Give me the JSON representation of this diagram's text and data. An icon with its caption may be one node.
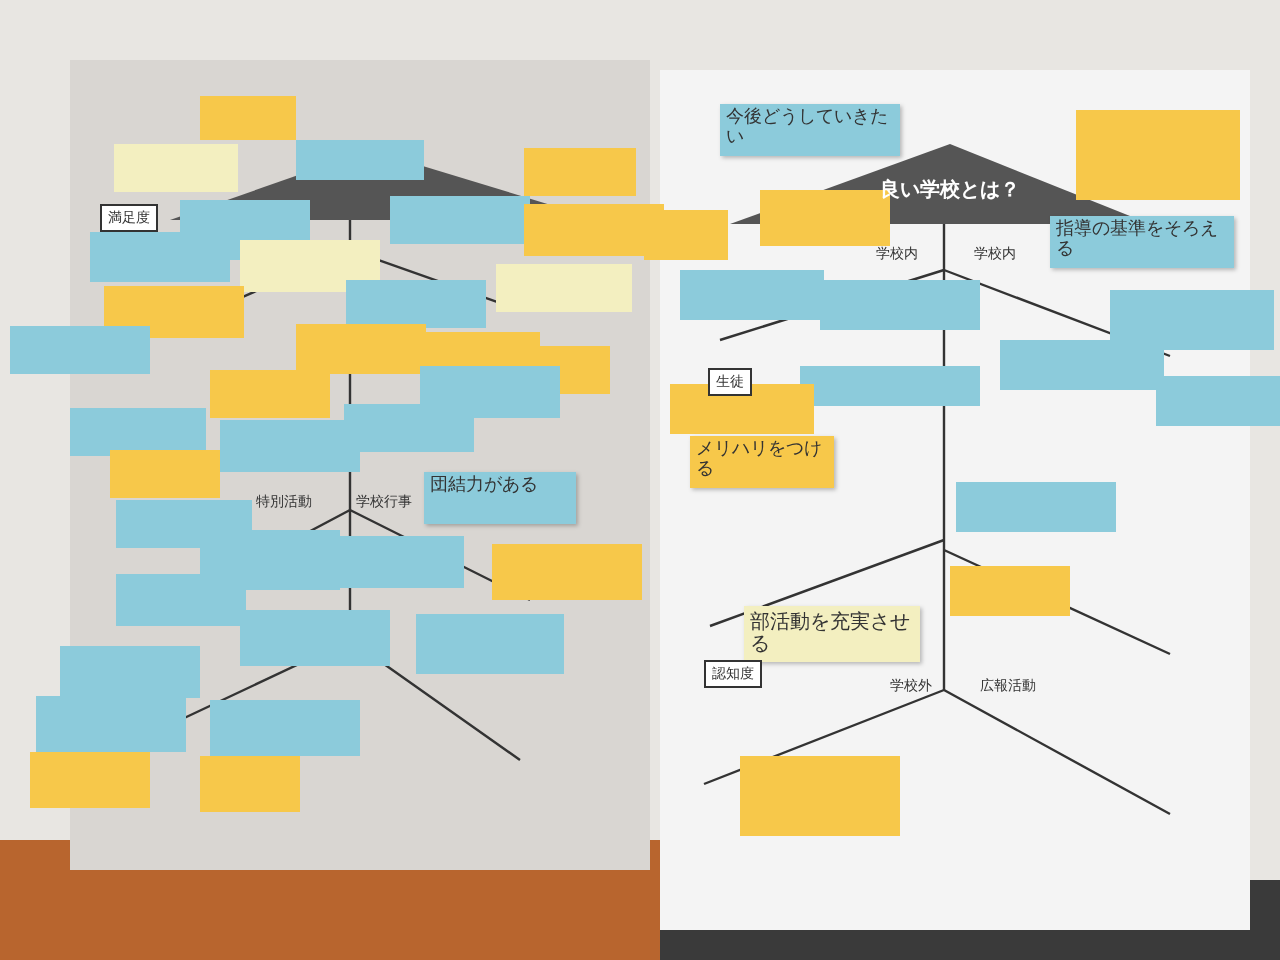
{
  "diagram": {
    "nodes": [
      {
        "text": [
          "良い学校とは？"
        ]
      },
      {
        "text": [
          "今後どうしていきたい"
        ]
      },
      {
        "text": [
          "指導の基準をそろえる"
        ]
      },
      {
        "text": [
          "メリハリをつける"
        ]
      },
      {
        "text": [
          "部活動を充実させる"
        ]
      },
      {
        "text": [
          "団結力がある"
        ]
      }
    ],
    "labels": [
      "満足度",
      "特別活動",
      "学校行事",
      "学校内",
      "学校内",
      "生徒",
      "認知度",
      "学校外",
      "広報活動"
    ]
  }
}
